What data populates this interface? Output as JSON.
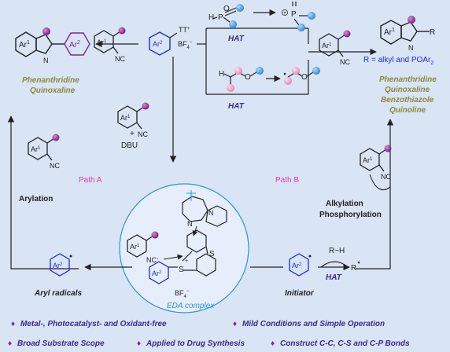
{
  "top": {
    "reagent_tt": "TT",
    "reagent_plus": "+",
    "reagent_counter": "BF",
    "reagent_counter_sub": "4",
    "reagent_counter_sup": "−",
    "hat_label": "HAT",
    "ar2": "Ar",
    "ar2_sup": "2",
    "ar1": "Ar",
    "ar1_sup": "1",
    "nc": "NC",
    "n": "N",
    "h": "H",
    "r": "R",
    "p": "P",
    "o": "O",
    "products_left": [
      "Phenanthridine",
      "Quinoxaline"
    ],
    "r_definition": "R = alkyl and POAr",
    "r_definition_sub": "2",
    "products_right": [
      "Phenanthridine",
      "Quinoxaline",
      "Benzothiazole",
      "Quinoline"
    ]
  },
  "middle": {
    "dbu": "DBU",
    "plus": "+",
    "path_a": "Path A",
    "path_b": "Path B",
    "arylation": "Arylation",
    "alkylation": "Alkylation",
    "phosphorylation": "Phosphorylation",
    "aryl_radicals": "Aryl radicals",
    "initiator": "Initiator",
    "hat_bottom": "HAT",
    "rh": "R−H",
    "r_dot": "R",
    "eda_label": "EDA complex",
    "s": "S",
    "nc_colon": "NC:"
  },
  "features": [
    "Metal-, Photocatalyst- and Oxidant-free",
    "Mild Conditions and Simple Operation",
    "Broad Substrate Scope",
    "Applied to Drug Synthesis",
    "Construct C-C, C-S and C-P Bonds"
  ],
  "colors": {
    "background": "#d9e4f5",
    "olive_text": "#8b8a3a",
    "blue_text": "#1f2bd6",
    "hat_text": "#3a2a8a",
    "path_text": "#e23db8",
    "eda_text": "#2c93d6",
    "purple_dot": "#8a2a8f",
    "blue_dot": "#3ea6e8",
    "pink_dot": "#f0a0c8"
  }
}
